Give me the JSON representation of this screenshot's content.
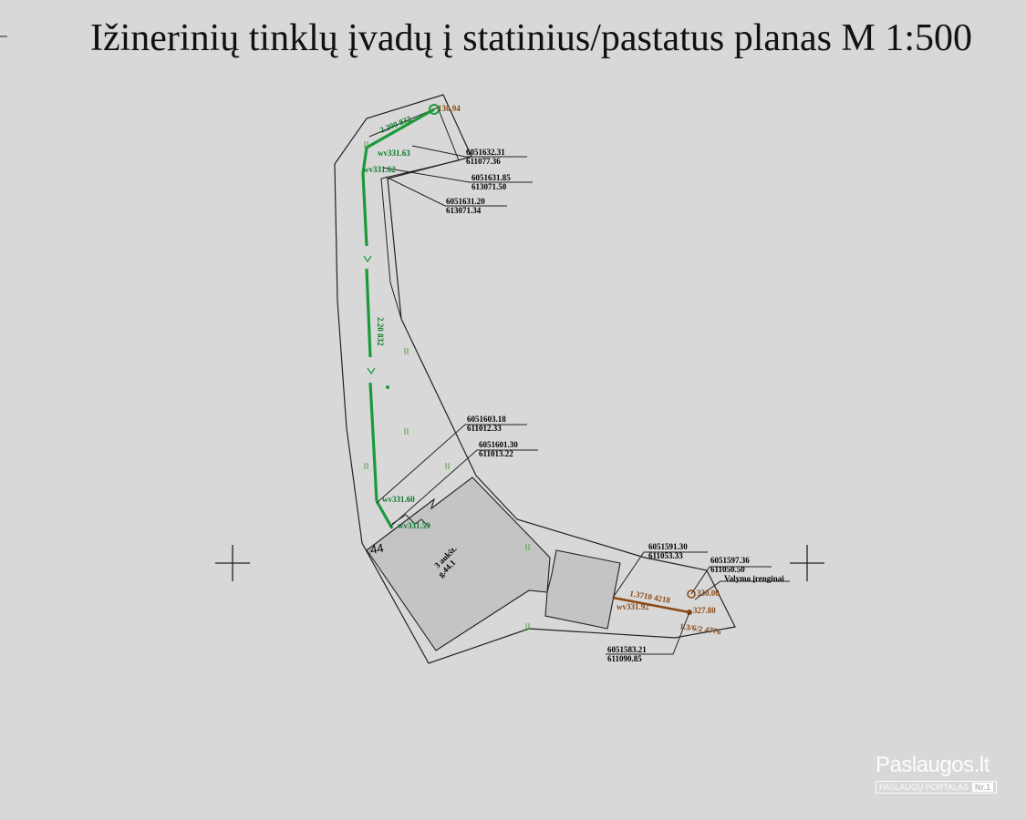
{
  "title": "Ižinerinių tinklų įvadų į statinius/pastatus planas M 1:500",
  "labels": {
    "top_node": "130.94",
    "wv1": "wv331.63",
    "wv2": "wv331.62",
    "pipe_top": "2.200 832",
    "pipe_long": "2.20 832",
    "c1a": "6051632.31",
    "c1b": "611077.36",
    "c2a": "6051631.85",
    "c2b": "613071.50",
    "c3a": "6051631.20",
    "c3b": "613071.34",
    "c4a": "6051603.18",
    "c4b": "611012.33",
    "c5a": "6051601.30",
    "c5b": "611013.22",
    "wv3": "wv331.60",
    "wv4": "wv331.59",
    "bldg_num": "44",
    "bldg_label": "3 aukšt.",
    "bldg_sub": "g.44.1",
    "c6a": "6051591.30",
    "c6b": "611053.33",
    "c7a": "6051597.36",
    "c7b": "611050.50",
    "note_right": "Valymo įrenginai",
    "sewer1": "1.3710 4218",
    "sewer2": "wv331.92",
    "sewer3": "330.00",
    "sewer4": "327.80",
    "sewer5": "1.3/6/2 4776",
    "c8a": "6051583.21",
    "c8b": "611090.85"
  },
  "logo": {
    "main": "Paslaugos.lt",
    "sub": "PASLAUGŲ PORTALAS",
    "nr": "Nr.1"
  },
  "colors": {
    "water": "#1a9a3a",
    "sewer": "#8a4a14",
    "building": "#c4c4c4",
    "background": "#d8d8d8"
  }
}
